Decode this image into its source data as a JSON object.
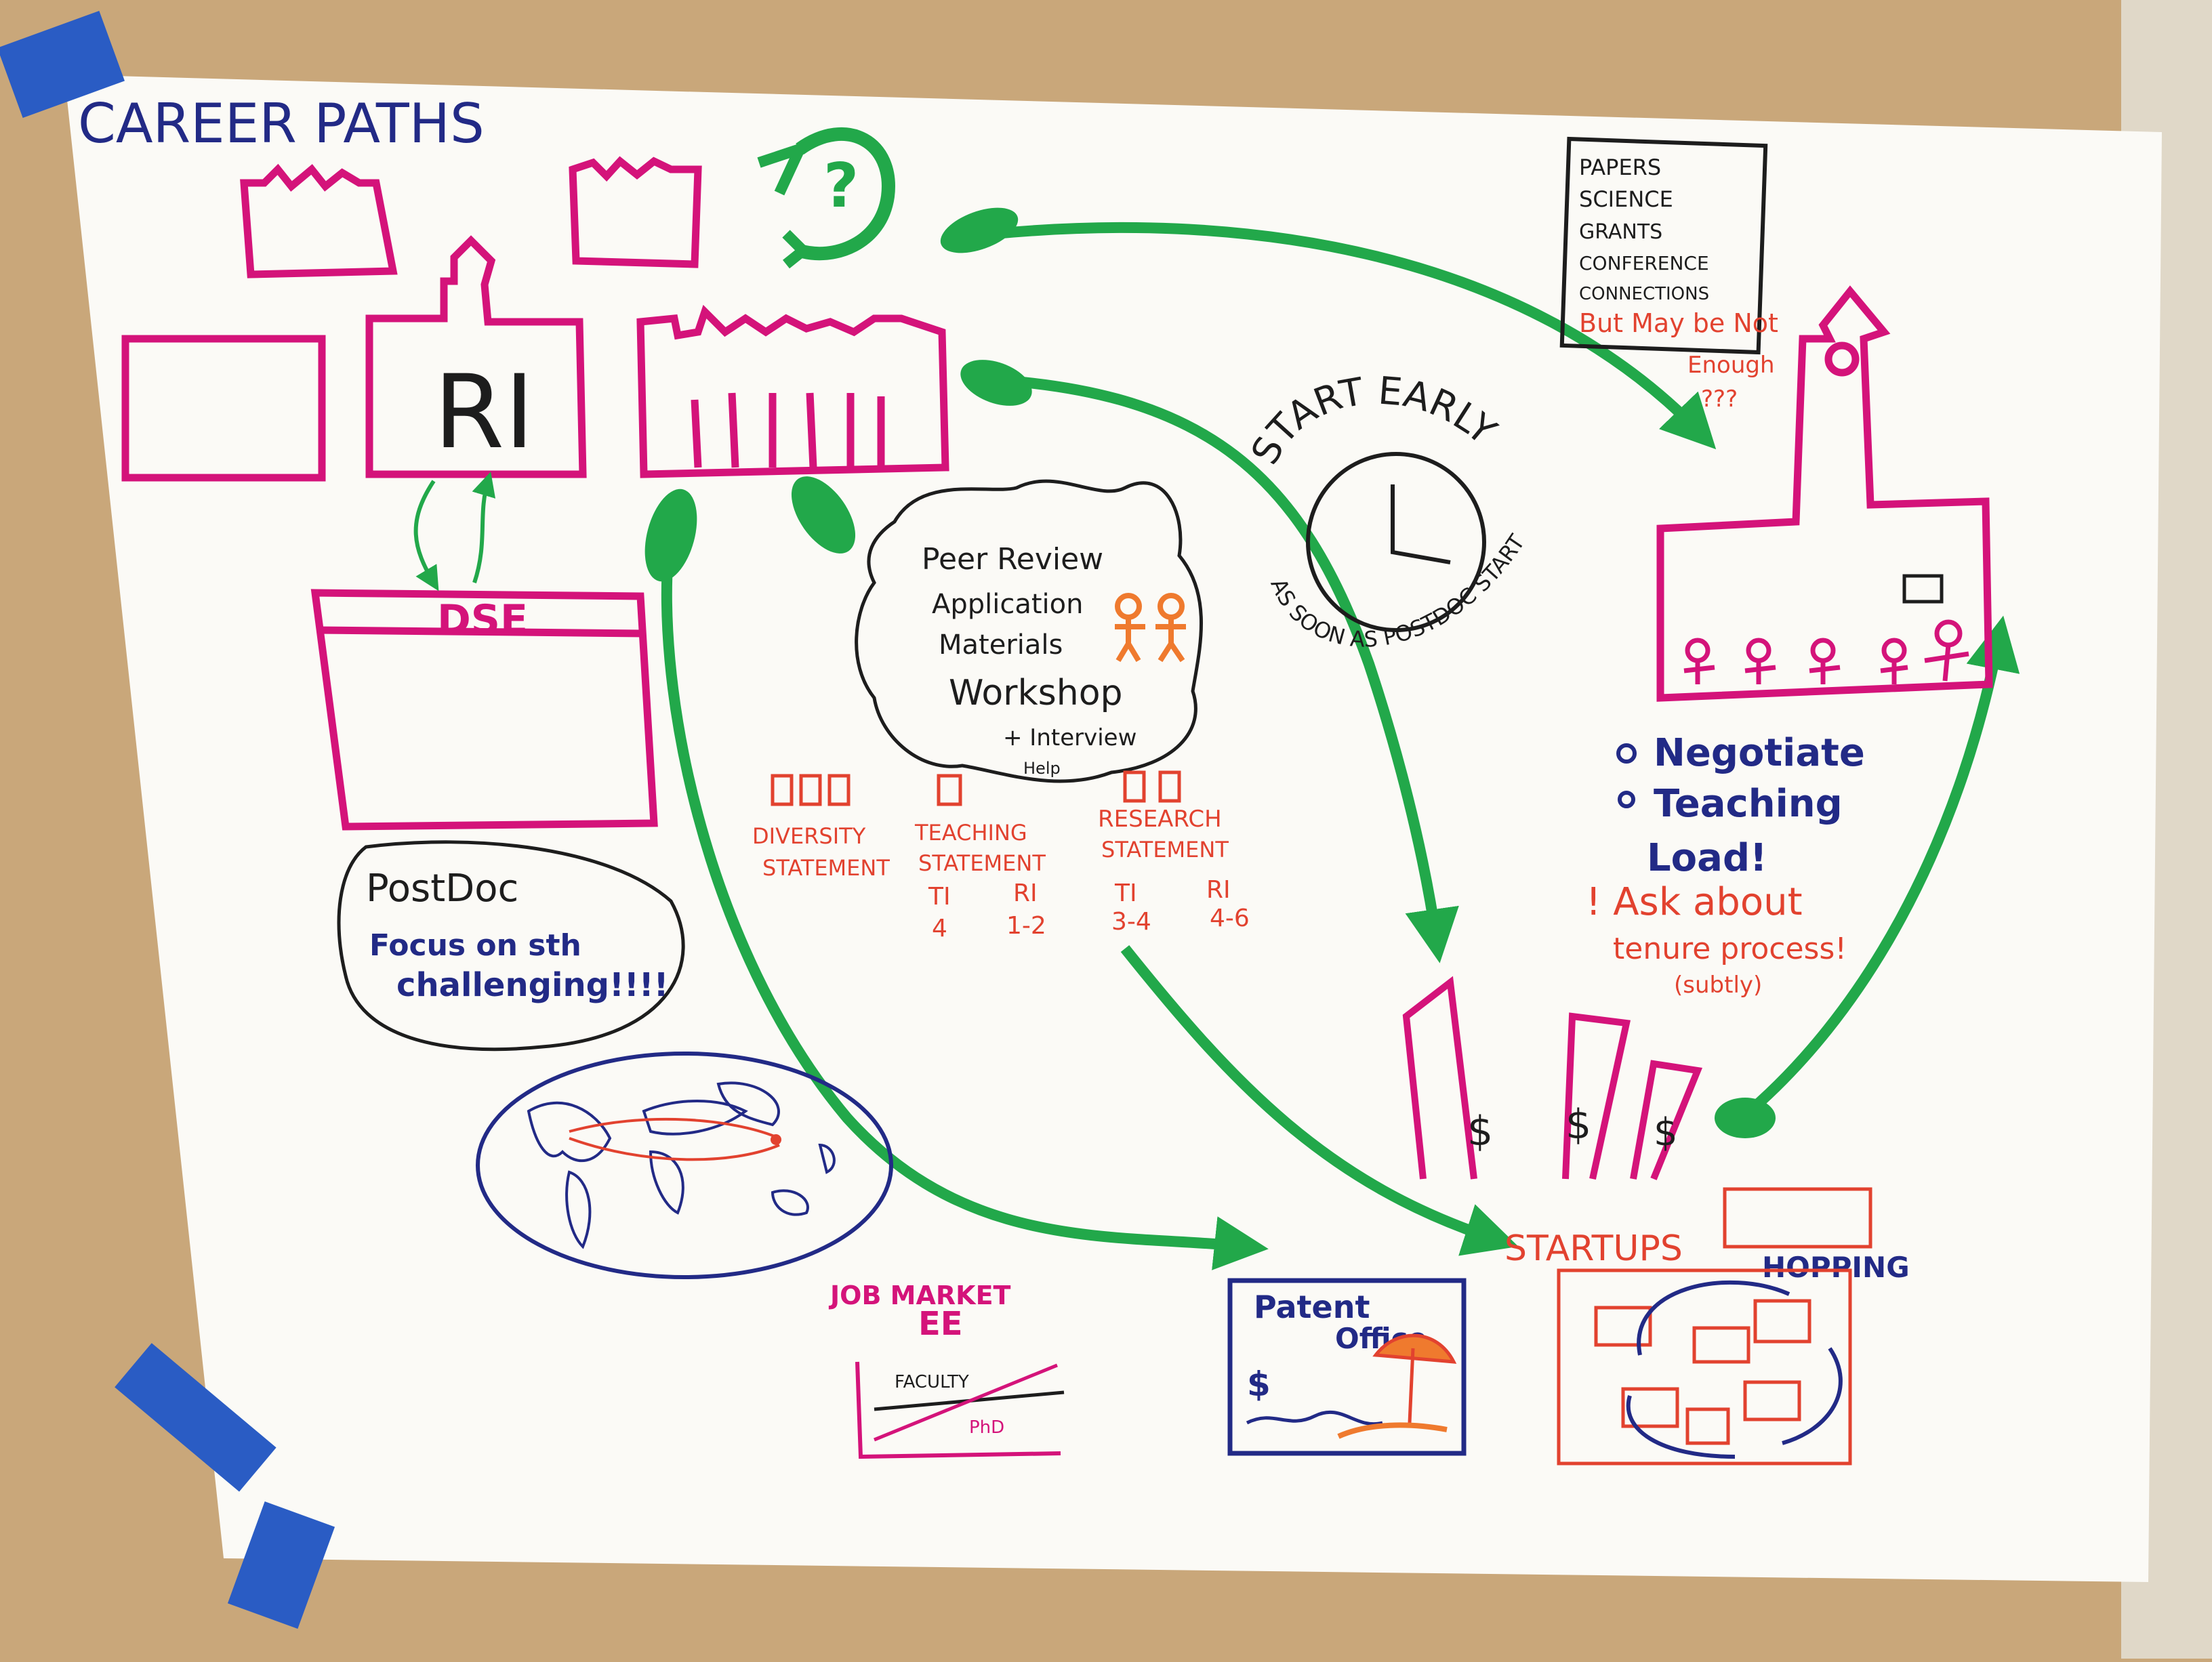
{
  "colors": {
    "cork": "#c9a77a",
    "paper": "#fbfaf6",
    "tape": "#2a5cc4",
    "magenta": "#d4137a",
    "green": "#22a84a",
    "navy": "#222a86",
    "red": "#e2422f",
    "orange": "#ef7a2e",
    "black": "#1d1d1d"
  },
  "title": "CAREER PATHS",
  "university": {
    "ri_label": "RI",
    "dse_label": "DSE"
  },
  "loop_question": "?",
  "postdoc": {
    "title": "PostDoc",
    "line1": "Focus on sth",
    "line2": "challenging!!!!"
  },
  "peer_review": {
    "line1": "Peer Review",
    "line2": "Application",
    "line3": "Materials",
    "line4": "Workshop",
    "line5": "+ Interview",
    "line6": "Help"
  },
  "statements": {
    "diversity": [
      "DIVERSITY",
      "STATEMENT"
    ],
    "teaching": [
      "TEACHING",
      "STATEMENT"
    ],
    "research": [
      "RESEARCH",
      "STATEMENT"
    ],
    "teaching_pages": {
      "ti_label": "TI",
      "ri_label": "RI",
      "ti": "4",
      "ri": "1-2"
    },
    "research_pages": {
      "ti_label": "TI",
      "ri_label": "RI",
      "ti": "3-4",
      "ri": "4-6"
    }
  },
  "start_early": {
    "heading": "START EARLY",
    "caption": "AS SOON AS POSTDOC START"
  },
  "checklist": {
    "items": [
      "PAPERS",
      "SCIENCE",
      "GRANTS",
      "CONFERENCE",
      "CONNECTIONS"
    ],
    "warning": "But May be Not",
    "warning2": "Enough",
    "warning3": "???"
  },
  "advice": {
    "item1": "Negotiate",
    "item2": "Teaching",
    "item3": "Load!",
    "item4": "! Ask about",
    "item5": "tenure process!",
    "item6": "(subtly)"
  },
  "startups": {
    "label": "STARTUPS",
    "hopping": "HOPPING",
    "dollar": "$"
  },
  "job_market": {
    "line1": "JOB MARKET",
    "line2": "EE",
    "faculty": "FACULTY",
    "phd": "PhD"
  },
  "patent_office": {
    "line1": "Patent",
    "line2": "Office",
    "dollar": "$"
  }
}
